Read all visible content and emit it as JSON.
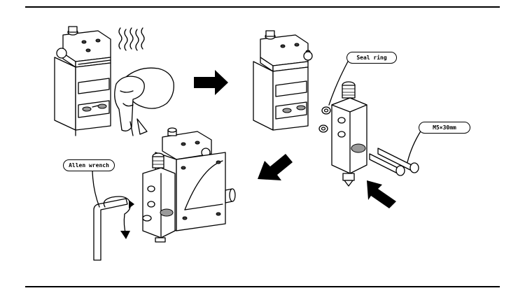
{
  "callouts": {
    "seal_ring": "Seal ring",
    "screw": "M5×30mm",
    "allen_wrench": "Allen wrench"
  },
  "colors": {
    "ink": "#000000",
    "paper": "#ffffff",
    "shade": "#9a9a9a"
  },
  "icons": {
    "step_arrow_1": "arrow-right-icon",
    "step_arrow_2": "arrow-down-left-icon",
    "insert_arrow": "arrow-up-left-icon",
    "rotate_arrow": "rotate-icon"
  }
}
